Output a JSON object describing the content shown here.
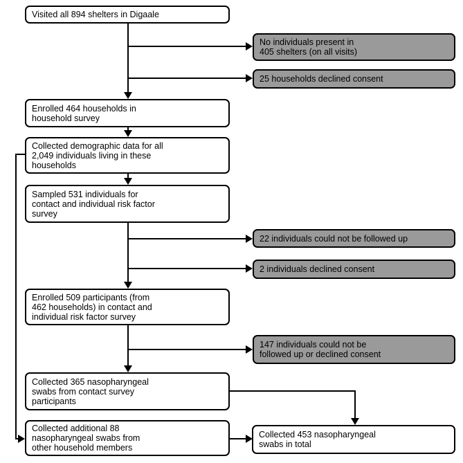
{
  "diagram_type": "study-flowchart",
  "colors": {
    "background": "#ffffff",
    "main_box_fill": "#ffffff",
    "exclusion_box_fill": "#9a9a9a",
    "border": "#000000",
    "text": "#000000",
    "arrow": "#000000"
  },
  "flow": {
    "visited": "Visited all 894 shelters in Digaale",
    "enrolled_households": "Enrolled 464 households in\nhousehold survey",
    "demographic": "Collected demographic data for all\n2,049 individuals living in these\nhouseholds",
    "sampled": "Sampled 531 individuals for\ncontact and individual risk factor\nsurvey",
    "enrolled_participants": "Enrolled 509 participants (from\n462 households) in contact and\nindividual risk factor survey",
    "swabs_contact": "Collected 365 nasopharyngeal\nswabs from contact survey\nparticipants",
    "swabs_additional": "Collected additional 88\nnasopharyngeal swabs from\nother household members",
    "swabs_total": "Collected 453 nasopharyngeal\nswabs in total"
  },
  "exclusions": {
    "no_individuals": "No individuals present in\n405 shelters (on all visits)",
    "households_declined": "25 households declined consent",
    "not_followed_up": "22 individuals could not be followed up",
    "individuals_declined": "2 individuals declined consent",
    "not_followed_or_declined": "147 individuals could not be\nfollowed up or declined consent"
  }
}
